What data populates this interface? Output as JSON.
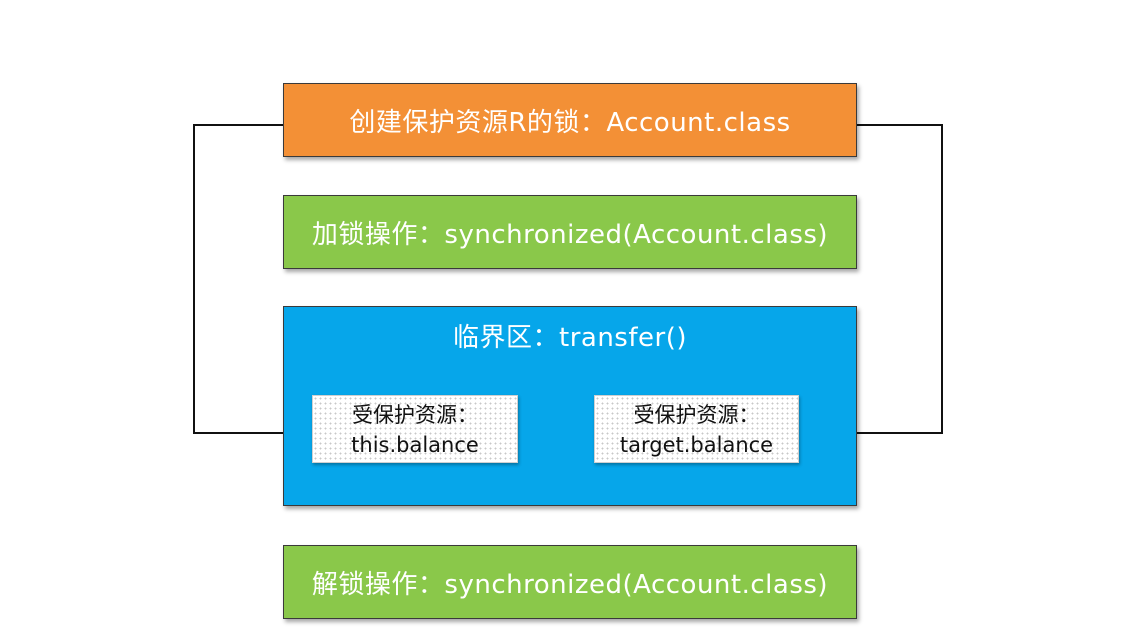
{
  "lock": {
    "label": "创建保护资源R的锁：Account.class",
    "color": "#f39036"
  },
  "acquire": {
    "label": "加锁操作：synchronized(Account.class)",
    "color": "#8ac84a"
  },
  "critical_section": {
    "label": "临界区：transfer()",
    "color": "#06a6ea",
    "resources": [
      {
        "line1": "受保护资源：",
        "line2": "this.balance"
      },
      {
        "line1": "受保护资源：",
        "line2": "target.balance"
      }
    ]
  },
  "release": {
    "label": "解锁操作：synchronized(Account.class)",
    "color": "#8ac84a"
  }
}
